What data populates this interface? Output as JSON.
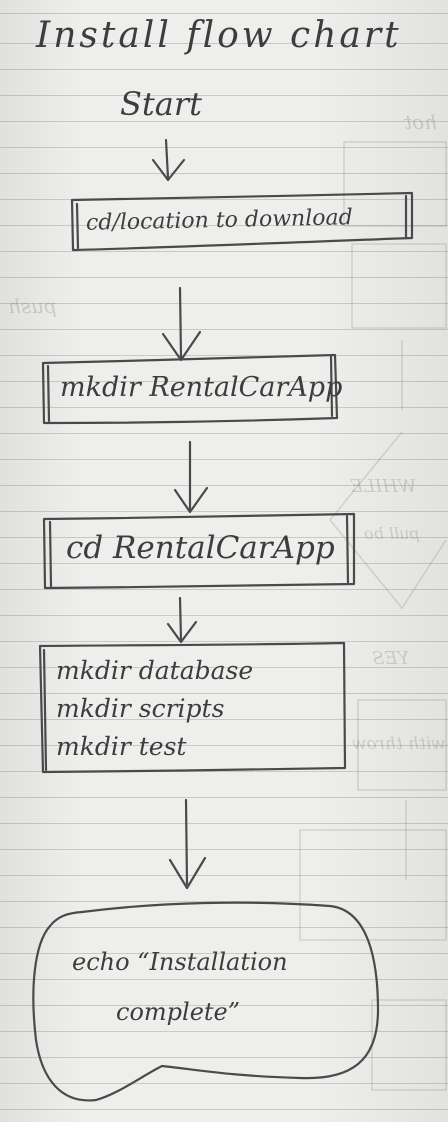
{
  "title": "Install flow chart",
  "start": "Start",
  "steps": [
    "cd/location to download",
    "mkdir RentalCarApp",
    "cd RentalCarApp"
  ],
  "block": [
    "mkdir database",
    "mkdir scripts",
    "mkdir test"
  ],
  "end": [
    "echo “Installation",
    "complete”"
  ],
  "bleed": {
    "hot": "hot",
    "push": "push",
    "while": "WHILE",
    "pull": "pull bo",
    "yes": "YES",
    "with_throw": "with throw"
  }
}
